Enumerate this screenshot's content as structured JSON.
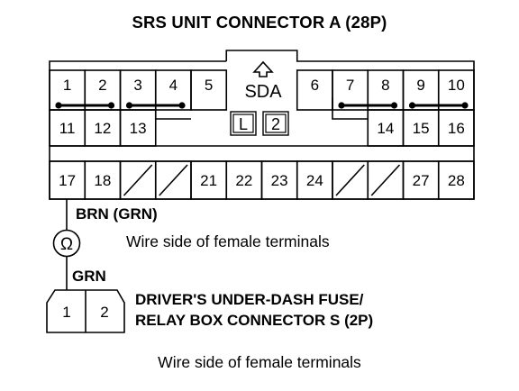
{
  "title": "SRS UNIT CONNECTOR A (28P)",
  "connector_a": {
    "row1": [
      {
        "label": "1",
        "col": 0
      },
      {
        "label": "2",
        "col": 1
      },
      {
        "label": "3",
        "col": 2
      },
      {
        "label": "4",
        "col": 3
      },
      {
        "label": "5",
        "col": 4
      },
      {
        "label": "6",
        "col": 7
      },
      {
        "label": "7",
        "col": 8
      },
      {
        "label": "8",
        "col": 9
      },
      {
        "label": "9",
        "col": 10
      },
      {
        "label": "10",
        "col": 11
      }
    ],
    "row2": [
      {
        "label": "11",
        "col": 0
      },
      {
        "label": "12",
        "col": 1
      },
      {
        "label": "13",
        "col": 2
      },
      {
        "label": "14",
        "col": 9
      },
      {
        "label": "15",
        "col": 10
      },
      {
        "label": "16",
        "col": 11
      }
    ],
    "row3": [
      {
        "label": "17",
        "col": 0
      },
      {
        "label": "18",
        "col": 1
      },
      {
        "label": "",
        "col": 2,
        "blank": true
      },
      {
        "label": "",
        "col": 3,
        "blank": true
      },
      {
        "label": "21",
        "col": 4
      },
      {
        "label": "22",
        "col": 5
      },
      {
        "label": "23",
        "col": 6
      },
      {
        "label": "24",
        "col": 7
      },
      {
        "label": "",
        "col": 8,
        "blank": true
      },
      {
        "label": "",
        "col": 9,
        "blank": true
      },
      {
        "label": "27",
        "col": 10
      },
      {
        "label": "28",
        "col": 11
      }
    ],
    "shorting_bars": [
      {
        "from_col": 0,
        "to_col": 1
      },
      {
        "from_col": 2,
        "to_col": 3
      },
      {
        "from_col": 8,
        "to_col": 9
      },
      {
        "from_col": 10,
        "to_col": 11
      }
    ],
    "center_label": "SDA",
    "center_boxes": [
      "L",
      "2"
    ]
  },
  "wire_upper": "BRN (GRN)",
  "wire_lower": "GRN",
  "meter_symbol": "Ω",
  "wire_side_1": "Wire side of female terminals",
  "connector_s": {
    "pins": [
      "1",
      "2"
    ],
    "name_line1": "DRIVER'S UNDER-DASH FUSE/",
    "name_line2": "RELAY BOX CONNECTOR S (2P)"
  },
  "wire_side_2": "Wire side of female terminals"
}
